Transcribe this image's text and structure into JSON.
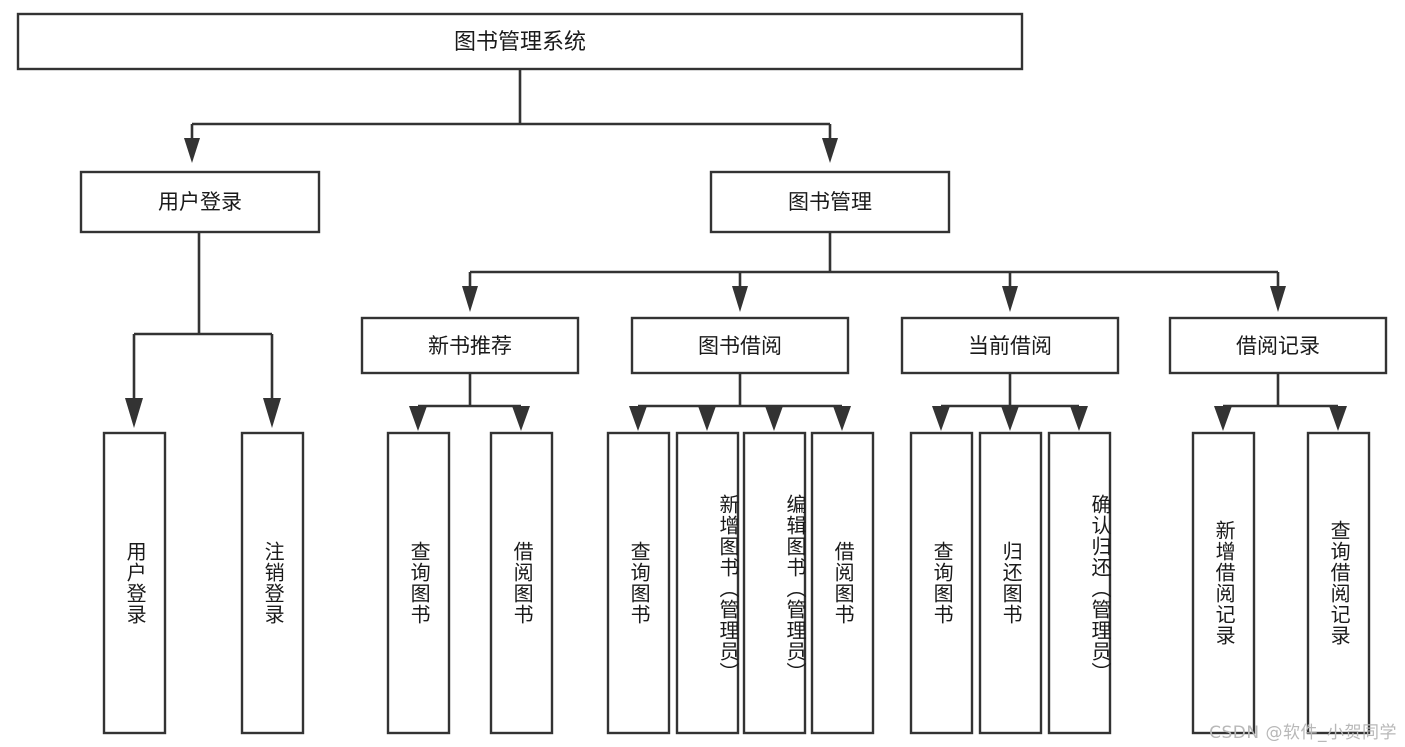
{
  "diagram": {
    "type": "tree",
    "title": "图书管理系统",
    "watermark": "CSDN @软件_小贺同学",
    "colors": {
      "box_stroke": "#333333",
      "box_fill": "#ffffff",
      "text": "#1a1a1a",
      "watermark": "#b8b8b8",
      "background": "#ffffff"
    },
    "root": {
      "label": "图书管理系统"
    },
    "level1": [
      {
        "label": "用户登录"
      },
      {
        "label": "图书管理"
      }
    ],
    "level2": [
      {
        "label": "新书推荐"
      },
      {
        "label": "图书借阅"
      },
      {
        "label": "当前借阅"
      },
      {
        "label": "借阅记录"
      }
    ],
    "leaves": {
      "user_login": [
        {
          "label": "用户登录"
        },
        {
          "label": "注销登录"
        }
      ],
      "new_book_recommend": [
        {
          "label": "查询图书"
        },
        {
          "label": "借阅图书"
        }
      ],
      "book_borrow": [
        {
          "label": "查询图书"
        },
        {
          "label": "新增图书（管理员）"
        },
        {
          "label": "编辑图书（管理员）"
        },
        {
          "label": "借阅图书"
        }
      ],
      "current_borrow": [
        {
          "label": "查询图书"
        },
        {
          "label": "归还图书"
        },
        {
          "label": "确认归还（管理员）"
        }
      ],
      "borrow_record": [
        {
          "label": "新增借阅记录"
        },
        {
          "label": "查询借阅记录"
        }
      ]
    }
  }
}
